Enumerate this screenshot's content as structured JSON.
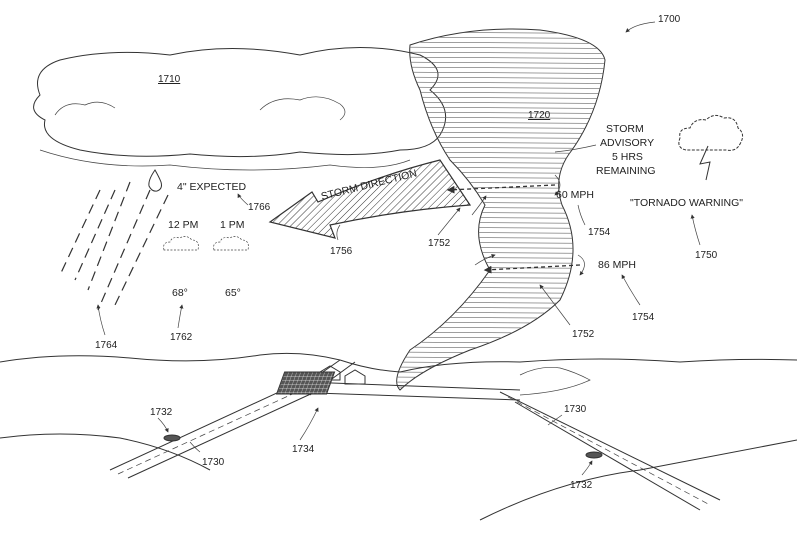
{
  "figure_number": "1700",
  "refs": {
    "cloud": "1710",
    "tornado": "1720",
    "tornado_warning": "1750",
    "flow_arrows_a": "1752",
    "flow_arrows_b": "1752",
    "wind_speed_a": "1754",
    "wind_speed_b": "1754",
    "storm_direction": "1756",
    "hourly_forecast": "1762",
    "rain": "1764",
    "expected": "1766",
    "road_a": "1730",
    "road_b": "1730",
    "vehicle_a": "1732",
    "vehicle_b": "1732",
    "intersection": "1734"
  },
  "advisory": {
    "line1": "STORM",
    "line2": "ADVISORY",
    "line3": "5 HRS",
    "line4": "REMAINING"
  },
  "warning_text": "\"TORNADO WARNING\"",
  "storm_direction_label": "STORM DIRECTION",
  "precip_expected": "4\" EXPECTED",
  "wind_speeds": [
    "60 MPH",
    "86 MPH"
  ],
  "forecast": [
    {
      "time": "12 PM",
      "temp": "68°",
      "icon": "cloud-icon"
    },
    {
      "time": "1 PM",
      "temp": "65°",
      "icon": "cloud-icon"
    }
  ],
  "icons": {
    "weather": "thunderstorm-cloud-icon",
    "drop": "raindrop-icon"
  }
}
